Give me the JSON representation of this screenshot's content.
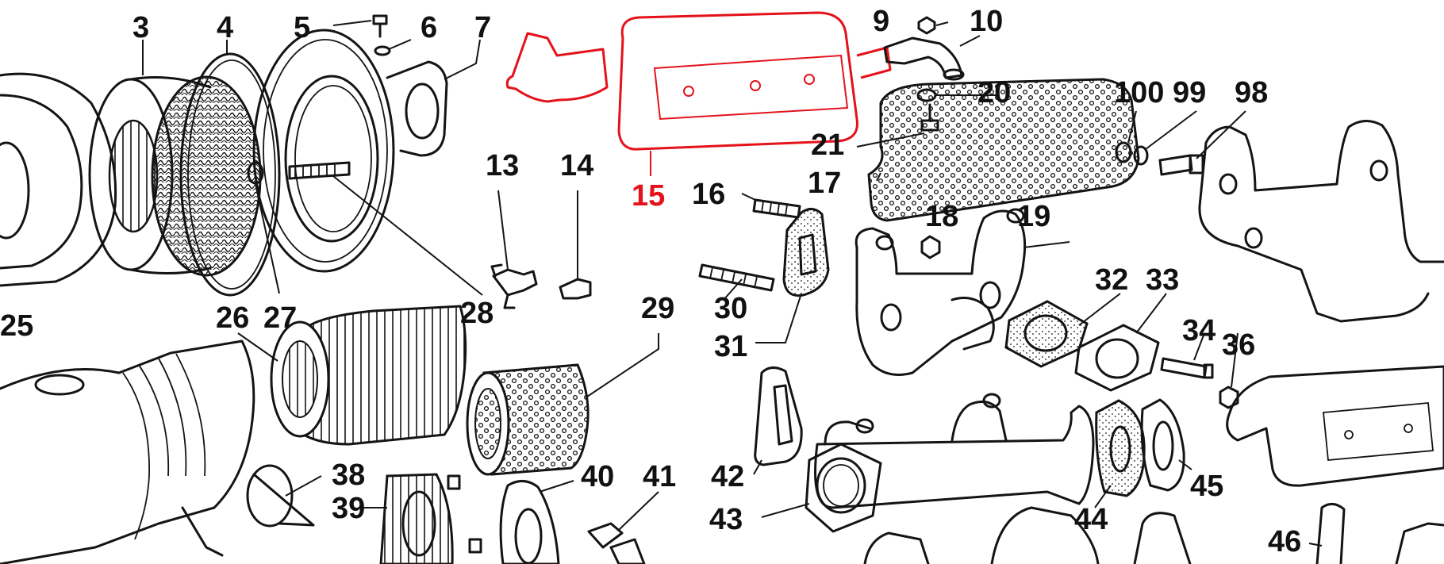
{
  "diagram": {
    "highlight_color": "#e3121b",
    "ink_color": "#111111",
    "selected_part": "15",
    "labels": [
      {
        "id": "3"
      },
      {
        "id": "4"
      },
      {
        "id": "5"
      },
      {
        "id": "6"
      },
      {
        "id": "7"
      },
      {
        "id": "9"
      },
      {
        "id": "10"
      },
      {
        "id": "13"
      },
      {
        "id": "14"
      },
      {
        "id": "15"
      },
      {
        "id": "16"
      },
      {
        "id": "17"
      },
      {
        "id": "18"
      },
      {
        "id": "19"
      },
      {
        "id": "20"
      },
      {
        "id": "21"
      },
      {
        "id": "25"
      },
      {
        "id": "26"
      },
      {
        "id": "27"
      },
      {
        "id": "28"
      },
      {
        "id": "29"
      },
      {
        "id": "30"
      },
      {
        "id": "31"
      },
      {
        "id": "32"
      },
      {
        "id": "33"
      },
      {
        "id": "34"
      },
      {
        "id": "36"
      },
      {
        "id": "38"
      },
      {
        "id": "39"
      },
      {
        "id": "40"
      },
      {
        "id": "41"
      },
      {
        "id": "42"
      },
      {
        "id": "43"
      },
      {
        "id": "44"
      },
      {
        "id": "45"
      },
      {
        "id": "46"
      },
      {
        "id": "98"
      },
      {
        "id": "99"
      },
      {
        "id": "100"
      }
    ]
  }
}
